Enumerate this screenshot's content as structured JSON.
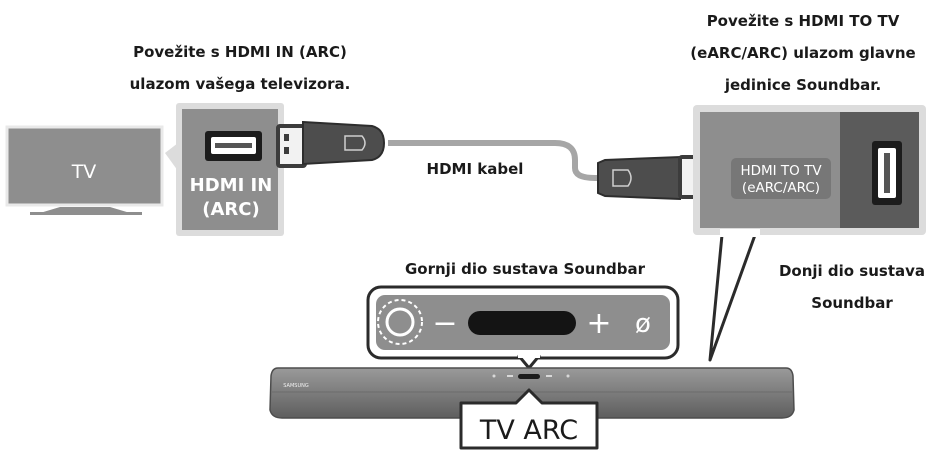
{
  "labels": {
    "tv_hdmi_instruction_line1": "Povežite s HDMI IN (ARC)",
    "tv_hdmi_instruction_line2": "ulazom vašega televizora.",
    "soundbar_hdmi_instruction_line1": "Povežite s HDMI TO TV",
    "soundbar_hdmi_instruction_line2": "(eARC/ARC) ulazom glavne",
    "soundbar_hdmi_instruction_line3": "jedinice Soundbar.",
    "cable": "HDMI kabel",
    "soundbar_top": "Gornji dio sustava Soundbar",
    "soundbar_bottom_line1": "Donji dio sustava",
    "soundbar_bottom_line2": "Soundbar"
  },
  "tv": {
    "label": "TV"
  },
  "tv_port": {
    "line1": "HDMI IN",
    "line2": "(ARC)"
  },
  "soundbar_port": {
    "line1": "HDMI TO TV",
    "line2": "(eARC/ARC)"
  },
  "soundbar": {
    "brand": "SAMSUNG",
    "mode_callout": "TV ARC"
  },
  "control_panel": {
    "minus": "−",
    "plus": "+",
    "mic_mute": "ø"
  },
  "colors": {
    "device_gray": "#8e8e8e",
    "dark_gray": "#4d4d4d",
    "connector_dark": "#3c3c3c",
    "cable_gray": "#a6a6a6"
  }
}
